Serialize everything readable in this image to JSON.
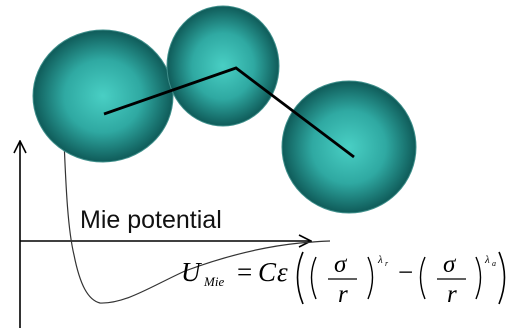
{
  "label": "Mie potential",
  "beads": {
    "count": 3,
    "color_center": "#49cfc4",
    "color_mid": "#2fa9a2",
    "color_edge": "#0f5b59",
    "outline": "#3f8f8b"
  },
  "bonds": {
    "color": "#000000"
  },
  "axes": {
    "color": "#000000"
  },
  "curve": {
    "color": "#333333"
  },
  "equation": {
    "lhs_symbol": "U",
    "lhs_subscript": "Mie",
    "equals": "=",
    "prefactor_C": "C",
    "prefactor_eps": "ε",
    "sigma": "σ",
    "r": "r",
    "minus": "−",
    "exp_repulsive_base": "λ",
    "exp_repulsive_sub": "r",
    "exp_attractive_base": "λ",
    "exp_attractive_sub": "a"
  }
}
